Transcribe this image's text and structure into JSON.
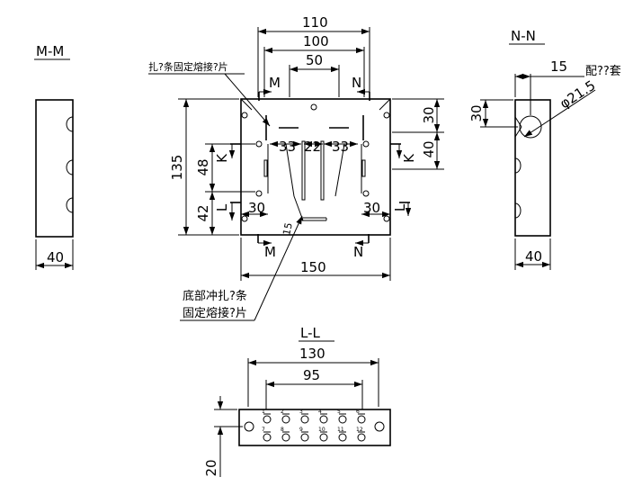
{
  "section_titles": {
    "mm": "M-M",
    "nn": "N-N",
    "ll": "L-L"
  },
  "section_marks": {
    "m": "M",
    "n": "N",
    "k": "K",
    "l": "L"
  },
  "dimensions": {
    "width_110": "110",
    "width_100": "100",
    "width_50": "50",
    "width_150": "150",
    "height_135": "135",
    "height_48": "48",
    "height_42": "42",
    "gap_33_left": "33",
    "gap_22": "22",
    "gap_33_right": "33",
    "inset_30_left": "30",
    "inset_30_right": "30",
    "right_30": "30",
    "right_40": "40",
    "angle_15": "15",
    "mm_depth_40": "40",
    "nn_depth_40": "40",
    "nn_offset_15": "15",
    "nn_height_30": "30",
    "nn_hole_dia": "φ21.5",
    "ll_width_130": "130",
    "ll_width_95": "95",
    "ll_height_20": "20"
  },
  "notes": {
    "top_weld": "扎?条固定熔接?片",
    "bottom_weld_line1": "底部冲扎?条",
    "bottom_weld_line2": "固定熔接?片",
    "fitting": "配??套"
  },
  "hole_numbers": {
    "top_row": [
      "1",
      "2",
      "3",
      "4",
      "5",
      "6"
    ],
    "bottom_row": [
      "7",
      "8",
      "9",
      "10",
      "11",
      "12"
    ]
  }
}
